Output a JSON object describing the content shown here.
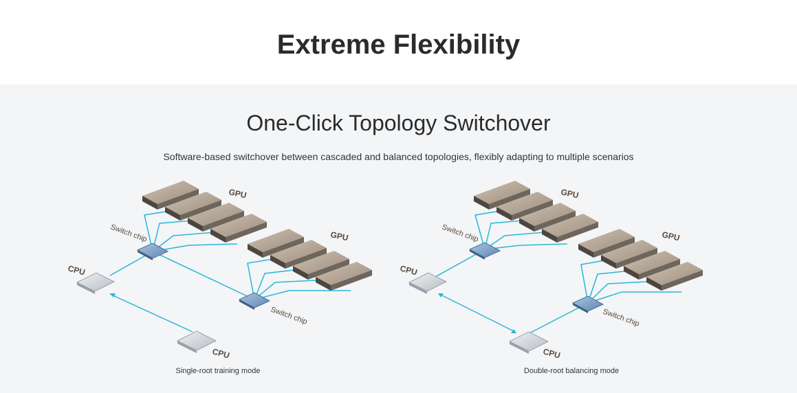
{
  "header": {
    "title": "Extreme Flexibility"
  },
  "section": {
    "title": "One-Click Topology Switchover",
    "subtitle": "Software-based switchover between cascaded and balanced topologies, flexibly adapting to multiple scenarios"
  },
  "diagrams": [
    {
      "caption": "Single-root training mode",
      "gpu_label_1": "GPU",
      "gpu_label_2": "GPU",
      "switch_label_1": "Switch chip",
      "switch_label_2": "Switch chip",
      "cpu_label_1": "CPU",
      "cpu_label_2": "CPU"
    },
    {
      "caption": "Double-root balancing mode",
      "gpu_label_1": "GPU",
      "gpu_label_2": "GPU",
      "switch_label_1": "Switch chip",
      "switch_label_2": "Switch chip",
      "cpu_label_1": "CPU",
      "cpu_label_2": "CPU"
    }
  ],
  "colors": {
    "link": "#29b6d6",
    "gpu_top": "#b8a898",
    "gpu_side": "#5c544c",
    "chip": "#7fa3c8",
    "cpu": "#d9dde2"
  }
}
